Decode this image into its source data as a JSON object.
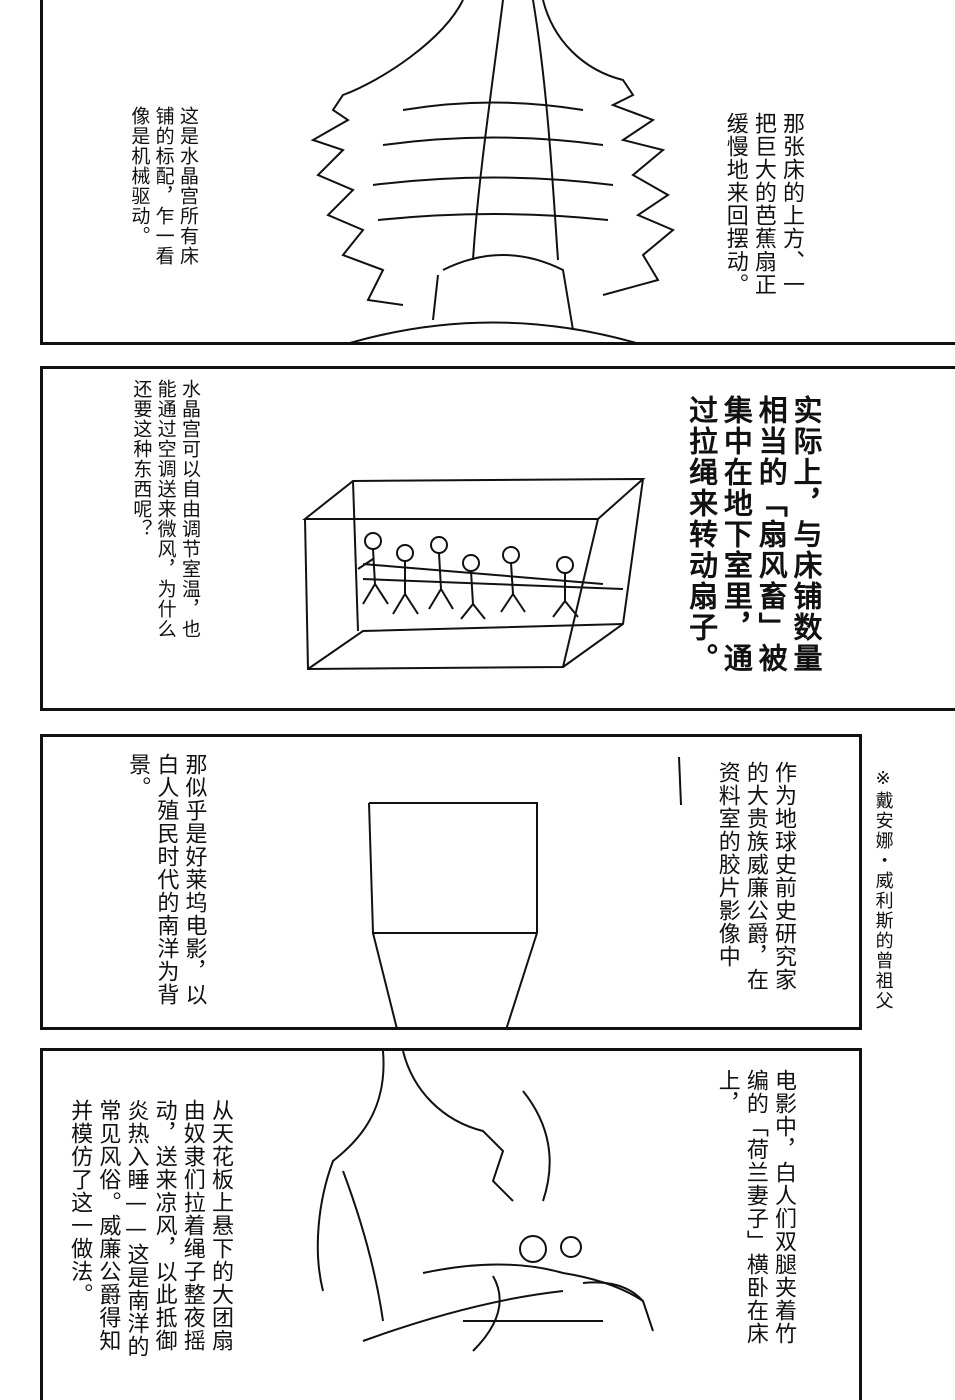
{
  "panel1": {
    "caption_right": "那张床的上方、一\n把巨大的芭蕉扇正\n缓慢地来回摆动。",
    "caption_left": "这是水晶宫所有床\n铺的标配，乍一看\n像是机械驱动。"
  },
  "panel2": {
    "caption_bold": "实际上，与床铺数量\n相当的「扇风畜」被\n集中在地下室里，通\n过拉绳来转动扇子。",
    "caption_small": "水晶宫可以自由调节室温，也\n能通过空调送来微风，为什么\n还要这种东西呢？"
  },
  "panel3": {
    "footnote": "※戴安娜・威利斯的曾祖父",
    "caption_right": "作为地球史前史研究家\n的大贵族威廉公爵，在\n资料室的胶片影像中",
    "caption_left": "那似乎是好莱坞电影，以\n白人殖民时代的南洋为背\n景。"
  },
  "panel4": {
    "caption_right": "电影中，白人们双腿夹着竹\n编的「荷兰妻子」横卧在床\n上，",
    "caption_left": "从天花板上悬下的大团扇\n由奴隶们拉着绳子整夜摇\n动，送来凉风，以此抵御\n炎热入睡——这是南洋的\n常见风俗。威廉公爵得知\n并模仿了这一做法。"
  }
}
